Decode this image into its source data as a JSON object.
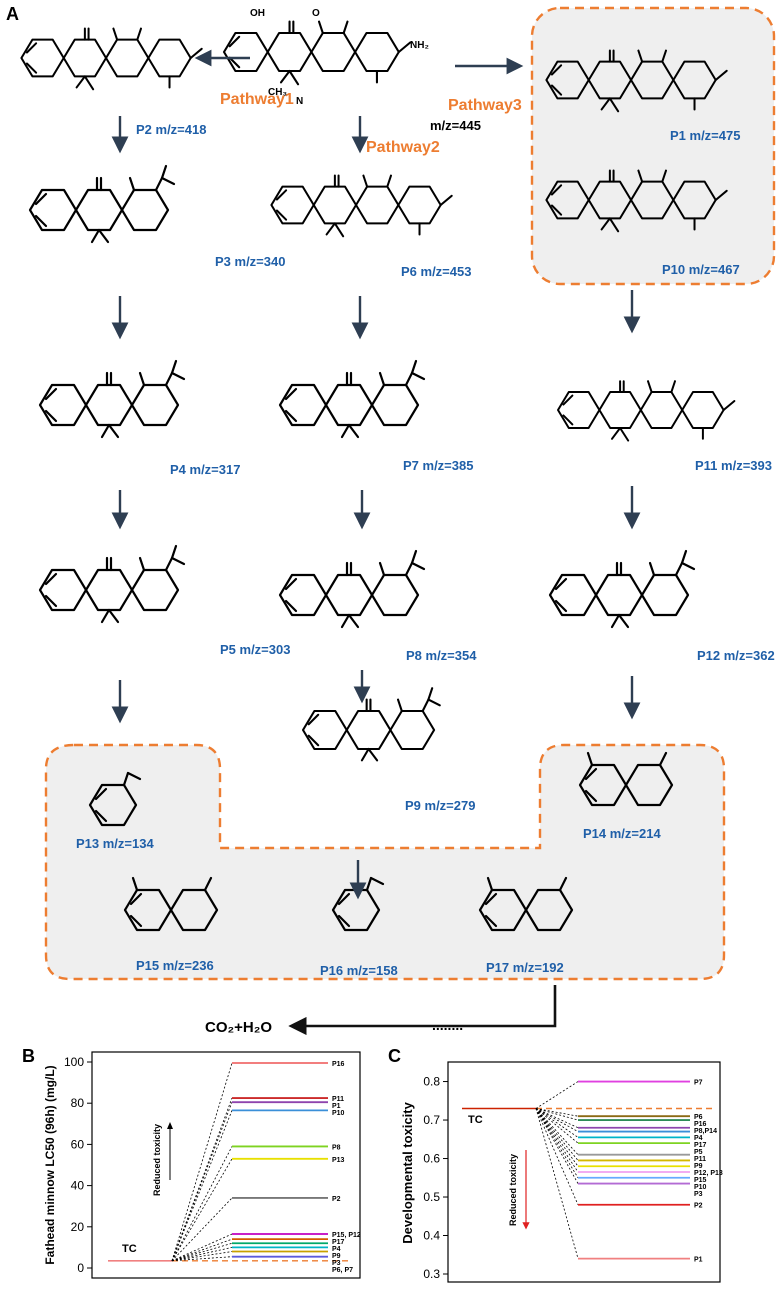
{
  "panel_labels": {
    "a": "A",
    "b": "B",
    "c": "C"
  },
  "pathway_labels": {
    "p1": "Pathway1",
    "p2": "Pathway2",
    "p3": "Pathway3"
  },
  "parent": {
    "mz": "m/z=445"
  },
  "products": {
    "P1": "P1 m/z=475",
    "P2": "P2 m/z=418",
    "P3": "P3 m/z=340",
    "P4": "P4 m/z=317",
    "P5": "P5 m/z=303",
    "P6": "P6 m/z=453",
    "P7": "P7 m/z=385",
    "P8": "P8 m/z=354",
    "P9": "P9 m/z=279",
    "P10": "P10 m/z=467",
    "P11": "P11 m/z=393",
    "P12": "P12 m/z=362",
    "P13": "P13 m/z=134",
    "P14": "P14 m/z=214",
    "P15": "P15 m/z=236",
    "P16": "P16 m/z=158",
    "P17": "P17 m/z=192"
  },
  "final_product": "CO₂+H₂O",
  "ellipsis": "........",
  "atoms": {
    "oh": "OH",
    "o": "O",
    "nh2": "NH₂",
    "n": "N",
    "ch3": "CH₃"
  },
  "colors": {
    "caption": "#1f5fa8",
    "pathway": "#ed7d31",
    "arrow": "#2e3e52",
    "box_fill": "#efefef",
    "box_stroke": "#ed7d31"
  },
  "chart_data": [
    {
      "type": "line",
      "panel": "B",
      "ylabel": "Fathead minnow LC50 (96h) (mg/L)",
      "ylim": [
        0,
        100
      ],
      "yticks": [
        0,
        20,
        40,
        60,
        80,
        100
      ],
      "annotation": "Reduced toxicity",
      "reference": {
        "name": "TC",
        "value": 3.5,
        "color": "#f08080"
      },
      "series": [
        {
          "name": "P16",
          "value": 99.5,
          "color": "#f06b6b"
        },
        {
          "name": "P11",
          "value": 82.5,
          "color": "#cc2a2a"
        },
        {
          "name": "P1",
          "value": 80.5,
          "color": "#8e44ad"
        },
        {
          "name": "P10",
          "value": 76.5,
          "color": "#3a8fd8"
        },
        {
          "name": "P8",
          "value": 59,
          "color": "#7ed321"
        },
        {
          "name": "P13",
          "value": 53,
          "color": "#e8e000"
        },
        {
          "name": "P2",
          "value": 34,
          "color": "#777777"
        },
        {
          "name": "P15, P12",
          "value": 16.5,
          "color": "#c000c0"
        },
        {
          "name": "P17",
          "value": 14,
          "color": "#d45a00"
        },
        {
          "name": "P4",
          "value": 12,
          "color": "#00a86b"
        },
        {
          "name": "P9",
          "value": 10,
          "color": "#00b5c8"
        },
        {
          "name": "P3",
          "value": 8,
          "color": "#c8a000"
        },
        {
          "name": "P6, P7",
          "value": 5.5,
          "color": "#5a5adc"
        }
      ]
    },
    {
      "type": "line",
      "panel": "C",
      "ylabel": "Developmental toxicity",
      "ylim": [
        0.3,
        0.83
      ],
      "yticks": [
        0.3,
        0.4,
        0.5,
        0.6,
        0.7,
        0.8
      ],
      "annotation": "Reduced toxicity",
      "reference": {
        "name": "TC",
        "value": 0.73,
        "color": "#cc2200"
      },
      "series": [
        {
          "name": "P7",
          "value": 0.8,
          "color": "#e040e0"
        },
        {
          "name": "P6",
          "value": 0.71,
          "color": "#8b6914"
        },
        {
          "name": "P16",
          "value": 0.7,
          "color": "#2e8b57"
        },
        {
          "name": "P8,P14",
          "value": 0.68,
          "color": "#8e44ad"
        },
        {
          "name": "P4",
          "value": 0.67,
          "color": "#3a8fd8"
        },
        {
          "name": "P17",
          "value": 0.655,
          "color": "#00b5c8"
        },
        {
          "name": "P5",
          "value": 0.64,
          "color": "#7ed321"
        },
        {
          "name": "P11",
          "value": 0.61,
          "color": "#999999"
        },
        {
          "name": "P9",
          "value": 0.595,
          "color": "#d4b800"
        },
        {
          "name": "P12, P13",
          "value": 0.58,
          "color": "#e8e000"
        },
        {
          "name": "P15",
          "value": 0.565,
          "color": "#f0a0f0"
        },
        {
          "name": "P10",
          "value": 0.55,
          "color": "#66aaff"
        },
        {
          "name": "P3",
          "value": 0.535,
          "color": "#b36bd4"
        },
        {
          "name": "P2",
          "value": 0.48,
          "color": "#e02020"
        },
        {
          "name": "P1",
          "value": 0.34,
          "color": "#f08080"
        }
      ]
    }
  ]
}
